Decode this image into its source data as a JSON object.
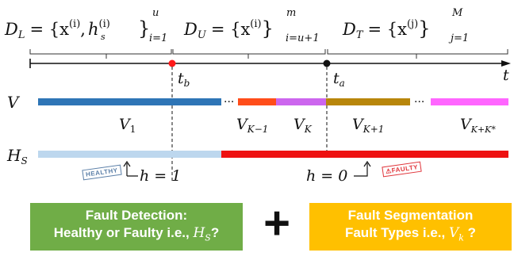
{
  "sets": {
    "labeled": {
      "lhs": "D",
      "lhs_sub": "L",
      "body": "= {x",
      "sup_i": "(i)",
      "comma": ",",
      "h": "h",
      "h_sub": "s",
      "sup_i2": "(i)",
      "close": "}",
      "upper": "u",
      "lower": "i=1"
    },
    "unlabeled": {
      "lhs": "D",
      "lhs_sub": "U",
      "body": "= {x",
      "sup_i": "(i)",
      "close": "}",
      "upper": "m",
      "lower": "i=u+1"
    },
    "test": {
      "lhs": "D",
      "lhs_sub": "T",
      "body": "= {x",
      "sup_j": "(j)",
      "close": "}",
      "upper": "M",
      "lower": "j=1"
    }
  },
  "timeline": {
    "t_b": {
      "main": "t",
      "sub": "b"
    },
    "t_a": {
      "main": "t",
      "sub": "a"
    },
    "t_end": "t",
    "dots": "···"
  },
  "rows": {
    "v_label": "V",
    "hs_label": {
      "main": "H",
      "sub": "S"
    }
  },
  "segments": {
    "v1": {
      "main": "V",
      "sub": "1",
      "color": "#2e75b6"
    },
    "vk_minus_1": {
      "main": "V",
      "sub": "K−1",
      "color": "#ff4d1a"
    },
    "vk": {
      "main": "V",
      "sub": "K",
      "color": "#cc66ee"
    },
    "vk_plus_1": {
      "main": "V",
      "sub": "K+1",
      "color": "#b8860b"
    },
    "vk_plus_kstar": {
      "main": "V",
      "sub": "K+K*",
      "color": "#ff66ff"
    }
  },
  "health": {
    "healthy_color": "#bdd7ee",
    "faulty_color": "#ee1111",
    "h1": "h = 1",
    "h0": "h = 0",
    "healthy_stamp": "HEALTHY",
    "faulty_stamp": "⚠FAULTY"
  },
  "boxes": {
    "detection": {
      "line1": "Fault Detection:",
      "line2": "Healthy or Faulty i.e., ",
      "var": "H",
      "var_sub": "S",
      "end": "?",
      "color": "#70ad47"
    },
    "plus": "+",
    "segmentation": {
      "line1": "Fault Segmentation",
      "line2": "Fault Types i.e., ",
      "var": "V",
      "var_sub": "k",
      "end": " ?",
      "color": "#ffc000"
    }
  }
}
